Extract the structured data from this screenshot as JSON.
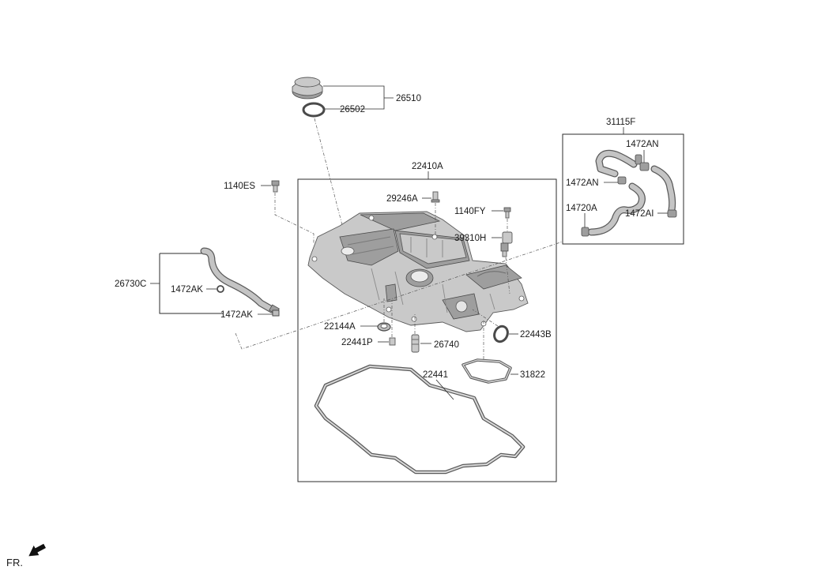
{
  "labels": {
    "cap_assy": "26510",
    "cap_seal": "26502",
    "breather_kit": "31115F",
    "hose_a": "1472AN",
    "hose_b": "1472AN",
    "hose_c": "14720A",
    "hose_d": "1472AI",
    "cover_assy": "22410A",
    "bolt_es": "1140ES",
    "plug": "29246A",
    "bolt_fy": "1140FY",
    "sensor": "39310H",
    "hose_assy": "26730C",
    "clamp_a": "1472AK",
    "clamp_b": "1472AK",
    "seal_a": "22144A",
    "seal_b": "22443B",
    "bolt_p": "22441P",
    "pcv": "26740",
    "gasket_small": "31822",
    "gasket_main": "22441"
  },
  "footer": {
    "direction": "FR."
  },
  "colors": {
    "line": "#2b2b2b",
    "part_fill": "#c9c9c9",
    "part_stroke": "#5a5a5a"
  }
}
